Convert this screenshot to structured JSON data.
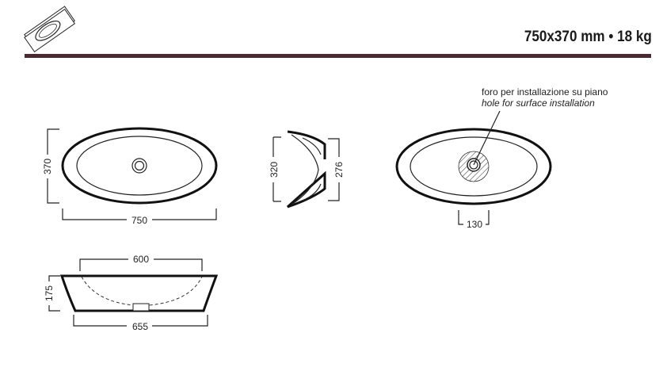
{
  "header": {
    "spec": "750x370 mm • 18 kg",
    "accent_color": "#4a2a32"
  },
  "dimensions": {
    "top_height": "370",
    "top_width": "750",
    "side_outer": "320",
    "side_inner": "276",
    "hole_diameter": "130",
    "front_inner_width": "600",
    "front_height": "175",
    "front_bottom_width": "655"
  },
  "note": {
    "it": "foro per installazione su piano",
    "en": "hole for surface installation"
  }
}
